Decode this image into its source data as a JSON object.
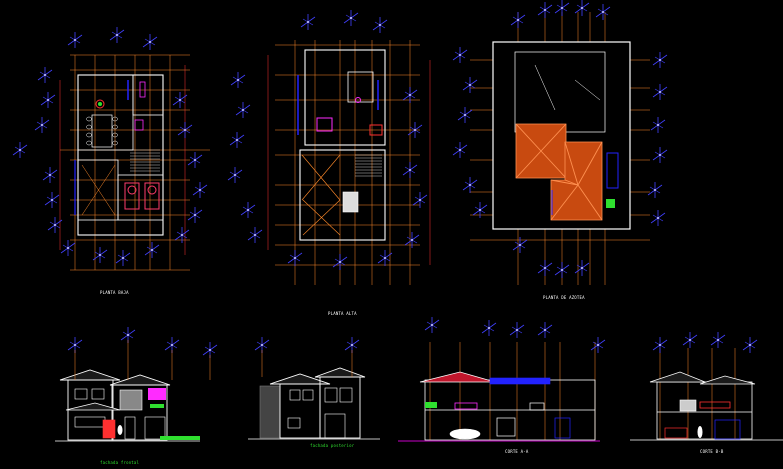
{
  "drawing": {
    "background": "#000000",
    "colors": {
      "wall": "#ffffff",
      "axis": "#ff8a2a",
      "dimension": "#2222ff",
      "marker": "#4040ff",
      "roof_tile": "#c84a10",
      "roof_hatch": "#ff9050",
      "annotation": "#ff2bff",
      "vegetation": "#2fe02f",
      "grid_red": "#ff3030",
      "ground": "#a000a0"
    },
    "titles": {
      "planta_baja": "PLANTA BAJA",
      "planta_alta": "PLANTA ALTA",
      "planta_techos": "PLANTA DE AZOTEA",
      "elev_frontal": "fachada frontal",
      "elev_posterior": "fachada posterior",
      "corte_a": "CORTE A-A",
      "corte_b": "CORTE B-B"
    }
  }
}
